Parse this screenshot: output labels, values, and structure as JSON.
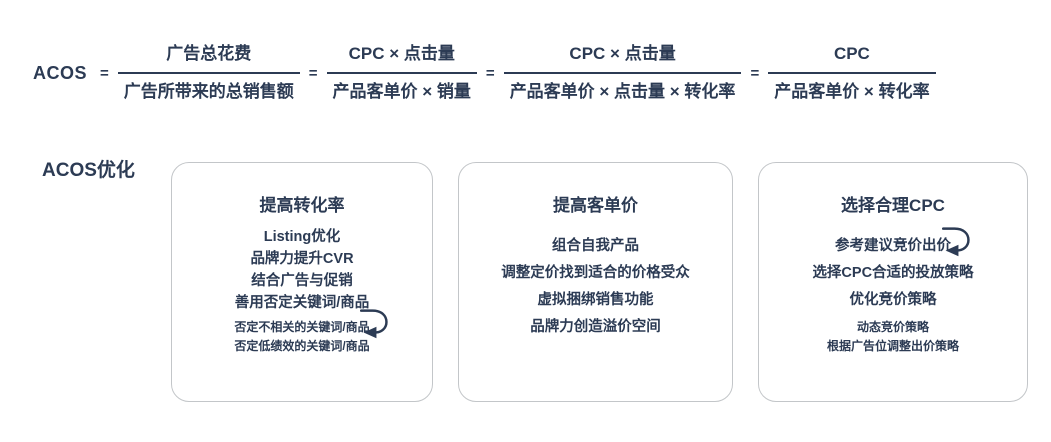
{
  "page": {
    "background": "#ffffff",
    "text_color": "#2c3b54",
    "border_color": "#c3c6c9"
  },
  "formula": {
    "lhs": "ACOS",
    "equals": "=",
    "fractions": [
      {
        "numerator": "广告总花费",
        "denominator": "广告所带来的总销售额"
      },
      {
        "numerator": "CPC × 点击量",
        "denominator": "产品客单价 × 销量"
      },
      {
        "numerator": "CPC × 点击量",
        "denominator": "产品客单价 × 点击量 × 转化率"
      },
      {
        "numerator": "CPC",
        "denominator": "产品客单价 × 转化率"
      }
    ]
  },
  "optimization": {
    "label": "ACOS优化",
    "boxes": [
      {
        "title": "提高转化率",
        "items": [
          "Listing优化",
          "品牌力提升CVR",
          "结合广告与促销",
          "善用否定关键词/商品"
        ],
        "subitems": [
          "否定不相关的关键词/商品",
          "否定低绩效的关键词/商品"
        ],
        "arrow_icon": "u-turn-arrow"
      },
      {
        "title": "提高客单价",
        "items": [
          "组合自我产品",
          "调整定价找到适合的价格受众",
          "虚拟捆绑销售功能",
          "品牌力创造溢价空间"
        ],
        "subitems": []
      },
      {
        "title": "选择合理CPC",
        "items": [
          "参考建议竞价出价",
          "选择CPC合适的投放策略",
          "优化竞价策略"
        ],
        "subitems": [
          "动态竞价策略",
          "根据广告位调整出价策略"
        ],
        "arrow_icon": "u-turn-arrow"
      }
    ]
  }
}
